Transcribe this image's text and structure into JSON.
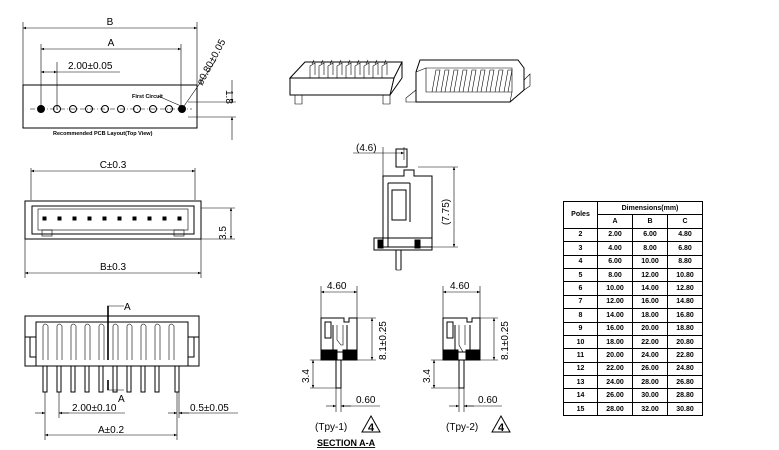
{
  "top_view": {
    "dim_b": "B",
    "dim_a": "A",
    "dim_pitch": "2.00±0.05",
    "dim_hole": "ø0.80±0.05",
    "dim_height": "1.8",
    "first_circuit": "First Circuit",
    "caption": "Recommended PCB Layout(Top View)"
  },
  "front_view": {
    "dim_c": "C±0.3",
    "dim_b": "B±0.3",
    "dim_h": "3.5"
  },
  "side_view": {
    "dim_width": "(4.6)",
    "dim_height": "(7.75)"
  },
  "bottom_view": {
    "section_mark": "A",
    "dim_pitch": "2.00±0.10",
    "dim_pin": "0.5±0.05",
    "dim_a": "A±0.2"
  },
  "section_type1": {
    "dim_width": "4.60",
    "dim_height": "8.1±0.25",
    "dim_pin_len": "3.4",
    "dim_pin_w": "0.60",
    "type_label": "(Tpy-1)",
    "rev": "4",
    "caption": "SECTION  A-A"
  },
  "section_type2": {
    "dim_width": "4.60",
    "dim_height": "8.1±0.25",
    "dim_pin_len": "3.4",
    "dim_pin_w": "0.60",
    "type_label": "(Tpy-2)",
    "rev": "4"
  },
  "table": {
    "poles_header": "Poles",
    "dims_header": "Dimensions(mm)",
    "col_a": "A",
    "col_b": "B",
    "col_c": "C",
    "rows": [
      [
        "2",
        "2.00",
        "6.00",
        "4.80"
      ],
      [
        "3",
        "4.00",
        "8.00",
        "6.80"
      ],
      [
        "4",
        "6.00",
        "10.00",
        "8.80"
      ],
      [
        "5",
        "8.00",
        "12.00",
        "10.80"
      ],
      [
        "6",
        "10.00",
        "14.00",
        "12.80"
      ],
      [
        "7",
        "12.00",
        "16.00",
        "14.80"
      ],
      [
        "8",
        "14.00",
        "18.00",
        "16.80"
      ],
      [
        "9",
        "16.00",
        "20.00",
        "18.80"
      ],
      [
        "10",
        "18.00",
        "22.00",
        "20.80"
      ],
      [
        "11",
        "20.00",
        "24.00",
        "22.80"
      ],
      [
        "12",
        "22.00",
        "26.00",
        "24.80"
      ],
      [
        "13",
        "24.00",
        "28.00",
        "26.80"
      ],
      [
        "14",
        "26.00",
        "30.00",
        "28.80"
      ],
      [
        "15",
        "28.00",
        "32.00",
        "30.80"
      ]
    ]
  }
}
